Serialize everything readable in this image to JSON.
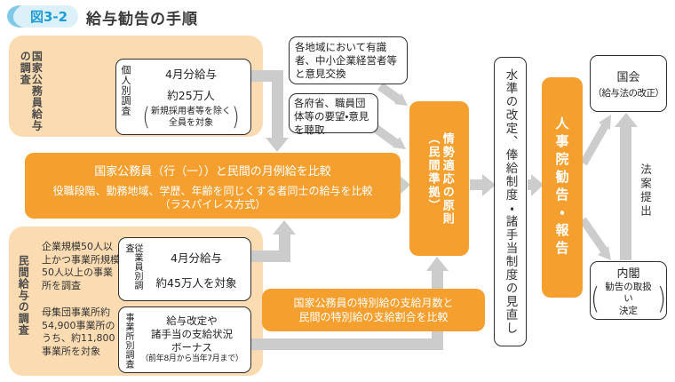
{
  "header": {
    "figure_no": "図3-2",
    "title": "給与勧告の手順"
  },
  "national_survey": {
    "panel_label_line1": "国家公務員給与",
    "panel_label_line2": "の調査",
    "individual_box": {
      "side_label": "個人別調査",
      "line1": "4月分給与",
      "line2": "約25万人",
      "note_line1": "新規採用者等を除く",
      "note_line2": "全員を対象"
    }
  },
  "opinion_boxes": {
    "exchange": "各地域において有識者、中小企業経営者等と意見交換",
    "hearing": "各府省、職員団体等の要望・意見を聴取"
  },
  "monthly_comparison": {
    "line1": "国家公務員（行（一））と民間の月例給を比較",
    "line2": "役職段階、勤務地域、学歴、年齢を同じくする者同士の給与を比較",
    "line3": "（ラスパイレス方式）"
  },
  "private_survey": {
    "panel_label": "民間給与の調査",
    "desc1": "企業規模50人以上かつ事業所規模50人以上の事業所を調査",
    "desc2": "母集団事業所約54,900事業所のうち、約11,800事業所を対象",
    "employee_box": {
      "side_label": "従業員別調査",
      "line1": "4月分給与",
      "line2": "約45万人を対象"
    },
    "establishment_box": {
      "side_label": "事業所別調査",
      "line1": "給与改定や",
      "line2": "諸手当の支給状況",
      "line3": "ボーナス",
      "line4": "（前年8月から当年7月まで）"
    }
  },
  "bonus_comparison": {
    "line1": "国家公務員の特別給の支給月数と",
    "line2": "民間の特別給の支給割合を比較"
  },
  "principle_box": {
    "line1": "情勢適応の原則",
    "line2": "（民間準拠）"
  },
  "revision_box": {
    "text": "水準の改定、俸給制度・諸手当制度の見直し"
  },
  "npa_box": {
    "text": "人事院勧告・報告"
  },
  "diet_box": {
    "line1": "国会",
    "line2": "（給与法の改正）"
  },
  "cabinet_box": {
    "line1": "内閣",
    "note_line1": "勧告の取扱い",
    "note_line2": "決定"
  },
  "bill_submission_label": "法案提出",
  "parens": {
    "open": "(",
    "close": ")"
  },
  "colors": {
    "orange": "#F5A02E",
    "panel_orange": "#FBDCB2",
    "arrow_gray": "#CCCCCC",
    "badge_text_blue": "#1E9CD7",
    "badge_bg_blue": "#DCF0F9",
    "box_border": "#2E2E2E"
  }
}
